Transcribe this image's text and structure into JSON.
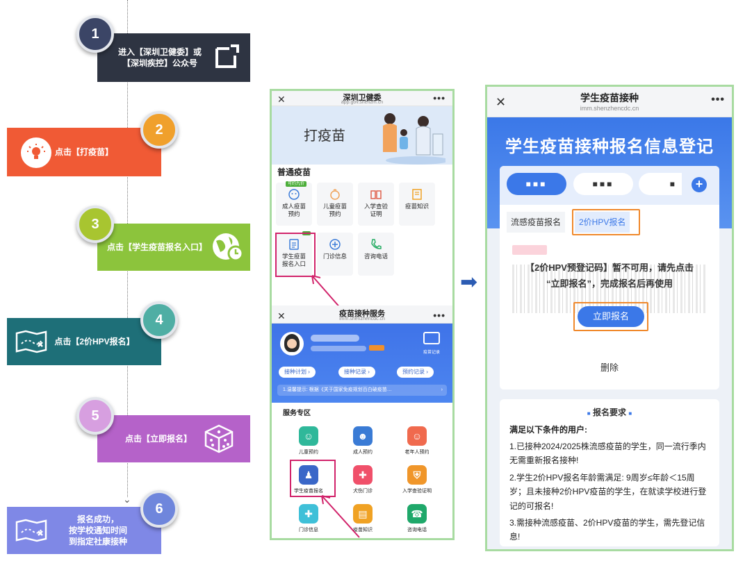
{
  "steps": [
    {
      "num": "1",
      "label": "进入【深圳卫健委】或\n【深圳疾控】公众号",
      "color": "#2e3442",
      "circle": "#3b4566"
    },
    {
      "num": "2",
      "label": "点击【打疫苗】",
      "color": "#f05a35",
      "circle": "#f0a02c"
    },
    {
      "num": "3",
      "label": "点击【学生疫苗报名入口】",
      "color": "#8cc43c",
      "circle": "#a8c530"
    },
    {
      "num": "4",
      "label": "点击【2价HPV报名】",
      "color": "#1e6f78",
      "circle": "#4faea4"
    },
    {
      "num": "5",
      "label": "点击【立即报名】",
      "color": "#b562c9",
      "circle": "#d79fe0"
    },
    {
      "num": "6",
      "label": "报名成功，\n按学校通知时间\n到指定社康接种",
      "color": "#7f88e6",
      "circle": "#6f86dc"
    }
  ],
  "icons": {
    "step1": "share-icon",
    "step2": "lightbulb-icon",
    "step3": "globe-clock-icon",
    "step4": "map-icon",
    "step5": "dice-icon",
    "step6": "map-icon"
  },
  "phone_a": {
    "title": "深圳卫健委",
    "url": "app.gov.shenzm.cn",
    "close": "✕",
    "more": "•••",
    "banner_text": "打疫苗",
    "section_title": "普通疫苗",
    "tag": "可约九价",
    "tiles": [
      "成人疫苗\n预约",
      "儿童疫苗\n预约",
      "入学查验\n证明",
      "疫苗知识",
      "学生疫苗\n报名入口",
      "门诊信息",
      "咨询电话"
    ]
  },
  "phone_b": {
    "title": "疫苗接种服务",
    "url": "imm.shenzhencdc.cn",
    "close": "✕",
    "more": "•••",
    "record_label": "疫苗记录",
    "links": [
      "接种计划 ›",
      "接种记录 ›",
      "预约记录 ›"
    ],
    "notice": "1.温馨提示: 根据《关于国家免疫规划百白破疫苗…",
    "notice_arrow": "›",
    "service_title": "服务专区",
    "services": [
      {
        "label": "儿童预约",
        "color": "#2fb89a"
      },
      {
        "label": "成人预约",
        "color": "#3a7bd5"
      },
      {
        "label": "老年人预约",
        "color": "#f06a4e"
      },
      {
        "label": "学生疫苗报名",
        "color": "#3a67c8"
      },
      {
        "label": "犬伤门诊",
        "color": "#f0506a"
      },
      {
        "label": "入学查验证明",
        "color": "#f0962a"
      },
      {
        "label": "门诊信息",
        "color": "#3fc0d8"
      },
      {
        "label": "疫苗知识",
        "color": "#f0a224"
      },
      {
        "label": "咨询电话",
        "color": "#1fa86a"
      }
    ]
  },
  "phone_c": {
    "title": "学生疫苗接种",
    "url": "imm.shenzhencdc.cn",
    "close": "✕",
    "more": "•••",
    "banner": "学生疫苗接种报名信息登记",
    "add": "+",
    "tabs": [
      "流感疫苗报名",
      "2价HPV报名"
    ],
    "message": "【2价HPV预登记码】暂不可用，请先点击\n“立即报名”，完成报名后再使用",
    "button": "立即报名",
    "delete": "删除",
    "req_title": "报名要求",
    "req_sub": "满足以下条件的用户:",
    "reqs": [
      "1.已接种2024/2025株流感疫苗的学生，同一流行季内无需重新报名接种!",
      "2.学生2价HPV报名年龄需满足: 9周岁≤年龄＜15周岁；且未接种2价HPV疫苗的学生，在就读学校进行登记的可报名!",
      "3.需接种流感疫苗、2价HPV疫苗的学生，需先登记信息!"
    ]
  },
  "arrow": "➡"
}
